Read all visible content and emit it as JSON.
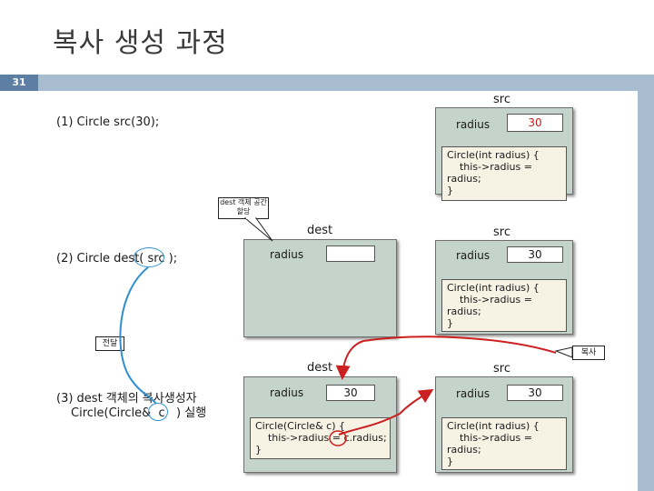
{
  "slide": {
    "title": "복사 생성 과정",
    "page_number": "31"
  },
  "steps": {
    "s1": "(1)  Circle src(30);",
    "s2": "(2)  Circle dest(  src  );",
    "s3_line1": "(3)  dest 객체의 복사생성자",
    "s3_line2": "Circle(Circle&  c   ) 실행",
    "s3_arg": "c"
  },
  "labels": {
    "src": "src",
    "dest": "dest",
    "radius": "radius",
    "value": "30"
  },
  "code": {
    "int_ctor": "Circle(int radius) {\n    this->radius =\nradius;\n}",
    "copy_ctor": "Circle(Circle& c) {\n    this->radius = c.radius;\n}"
  },
  "callouts": {
    "alloc": "dest 객체\n공간 할당",
    "pass": "전달",
    "copy": "복사"
  },
  "colors": {
    "header_bar": "#a9bdd0",
    "page_badge": "#5c7fa3",
    "object_fill": "#c4d4cc",
    "code_fill": "#f6f2e4",
    "highlight_red": "#cc1f1f",
    "arg_blue": "#2f8fcf"
  }
}
